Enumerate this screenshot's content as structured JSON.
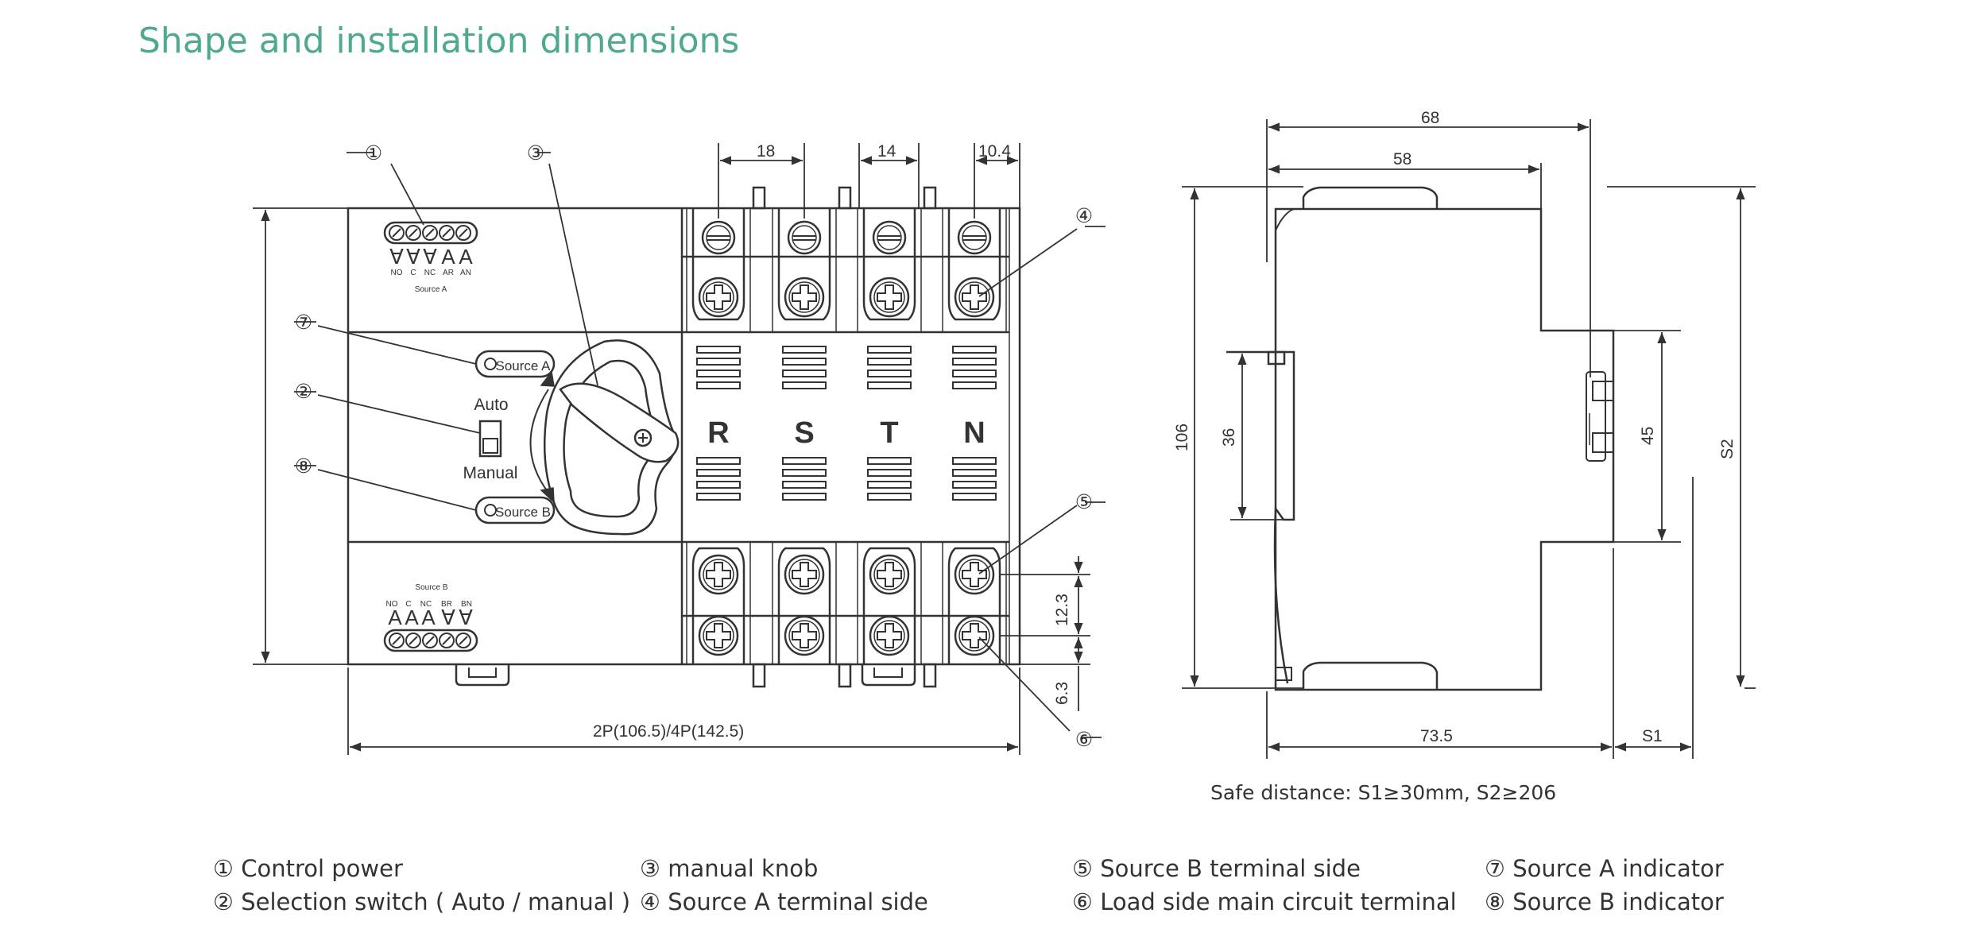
{
  "title": "Shape and installation dimensions",
  "front": {
    "dims": {
      "d18": "18",
      "d14": "14",
      "d104": "10.4",
      "d123": "12.3",
      "d63": "6.3",
      "width": "2P(106.5)/4P(142.5)"
    },
    "callouts": [
      "①",
      "③",
      "④",
      "⑦",
      "②",
      "⑧",
      "⑤",
      "⑥"
    ],
    "switch": {
      "auto": "Auto",
      "manual": "Manual",
      "source_a": "Source A",
      "source_b": "Source B"
    },
    "top_block": {
      "caption": "Source A",
      "arrows": [
        "∀",
        "∀",
        "∀",
        "A",
        "A"
      ],
      "pins": [
        "NO",
        "C",
        "NC",
        "AR",
        "AN"
      ]
    },
    "bottom_block": {
      "caption": "Source B",
      "arrows": [
        "A",
        "A",
        "A",
        "∀",
        "∀"
      ],
      "pins": [
        "NO",
        "C",
        "NC",
        "BR",
        "BN"
      ]
    },
    "phases": [
      "R",
      "S",
      "T",
      "N"
    ]
  },
  "side": {
    "dims": {
      "d68": "68",
      "d58": "58",
      "d106": "106",
      "d36": "36",
      "d45": "45",
      "s2": "S2",
      "d735": "73.5",
      "s1": "S1"
    },
    "safe_distance": "Safe distance:  S1≥30mm,  S2≥206"
  },
  "legend": [
    "① Control power",
    "② Selection switch ( Auto / manual )",
    "③ manual knob",
    "④ Source A terminal side",
    "⑤ Source B terminal side",
    "⑥ Load side main circuit terminal",
    "⑦ Source A indicator",
    "⑧ Source B indicator"
  ]
}
